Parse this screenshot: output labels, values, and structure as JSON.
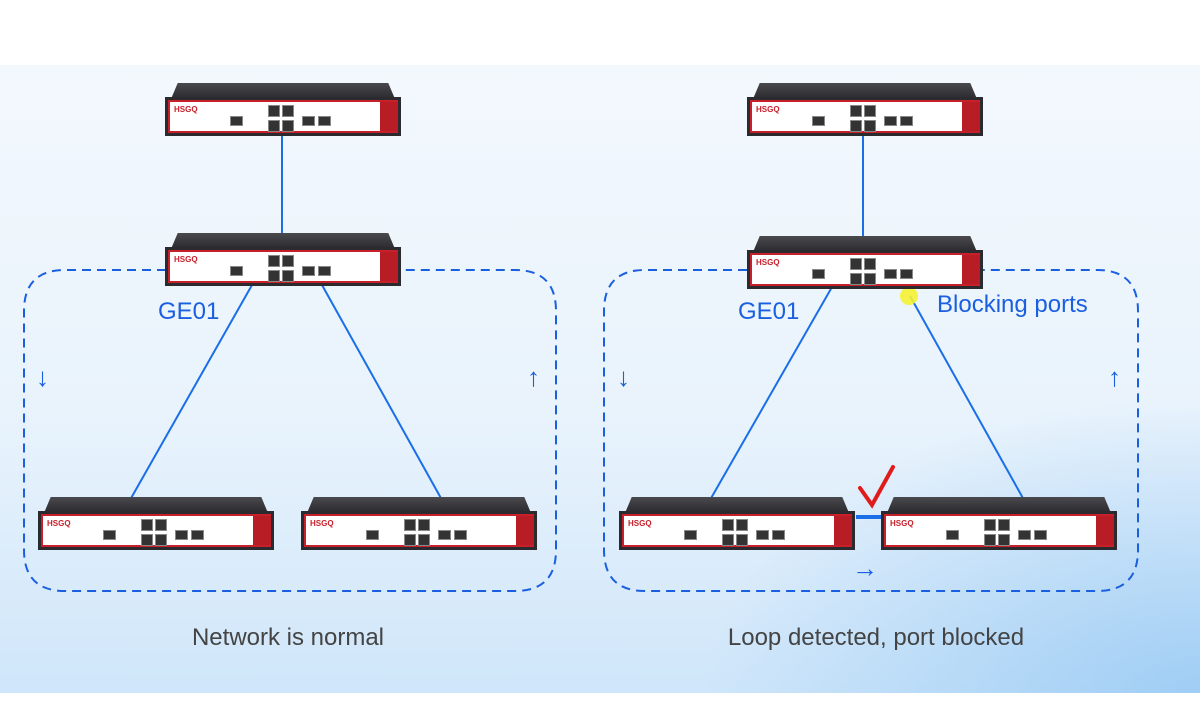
{
  "device": {
    "brand": "HSGQ"
  },
  "left": {
    "port_label": "GE01",
    "caption": "Network is normal"
  },
  "right": {
    "port_label": "GE01",
    "blocking_label": "Blocking ports",
    "caption": "Loop detected, port blocked"
  },
  "colors": {
    "link": "#1a6fe8",
    "loop": "#1a5fe0",
    "check": "#e01b1b",
    "blocked_dot": "#f5f232",
    "device_red": "#c8202a"
  },
  "icons": {
    "direction": "arrow-icon",
    "check": "check-mark-icon"
  }
}
